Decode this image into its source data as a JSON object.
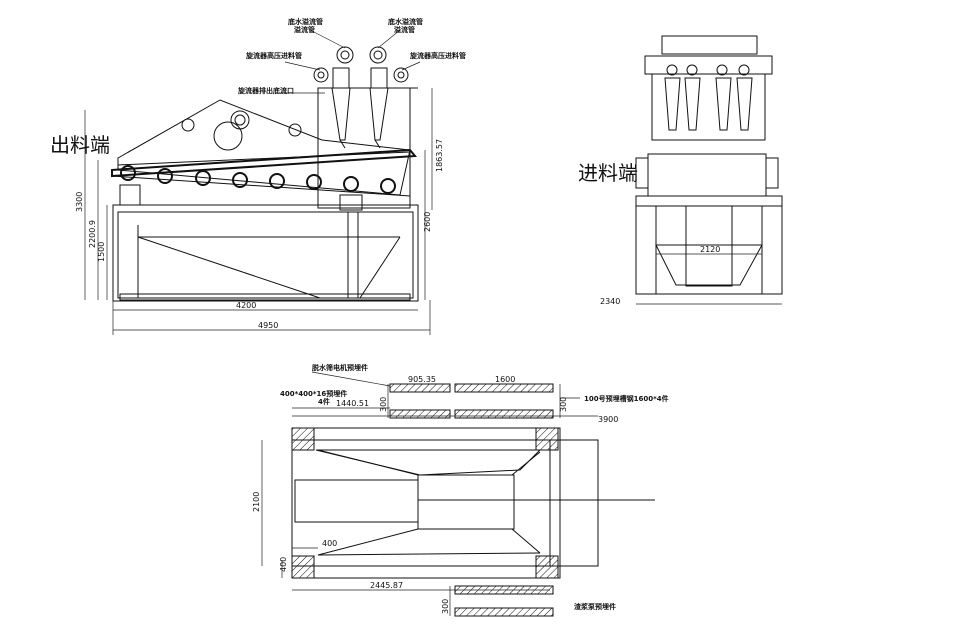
{
  "side_view": {
    "discharge_end": "出料端",
    "dims": {
      "total_height": "3300",
      "h_2200": "2200.9",
      "h_1500": "1500",
      "h_1863": "1863.57",
      "h_2600": "2600",
      "len_4200": "4200",
      "len_4950": "4950"
    },
    "labels": {
      "overflow_pipe_left": "底水溢流管",
      "overflow_pipe_left_2": "溢流管",
      "overflow_pipe_right": "底水溢流管",
      "overflow_pipe_right_2": "溢流管",
      "feed_pipe_left": "旋流器高压进料管",
      "feed_pipe_right": "旋流器高压进料管",
      "underflow": "旋流器排出底流口"
    }
  },
  "end_view": {
    "feed_end": "进料端",
    "dims": {
      "w_2120": "2120",
      "w_2340": "2340"
    }
  },
  "plan_view": {
    "dims": {
      "d_905": "905.35",
      "d_1600": "1600",
      "d_300a": "300",
      "d_300b": "300",
      "d_1440": "1440.51",
      "d_3900": "3900",
      "d_2100": "2100",
      "d_400": "400",
      "d_400v": "400",
      "d_2445": "2445.87",
      "d_300c": "300"
    },
    "labels": {
      "motor_embed": "脱水筛电机预埋件",
      "plate_embed": "400*400*16预埋件",
      "plate_count": "4件",
      "channel_embed": "100号预埋槽钢1600*4件",
      "pump_embed": "渣浆泵预埋件"
    }
  }
}
